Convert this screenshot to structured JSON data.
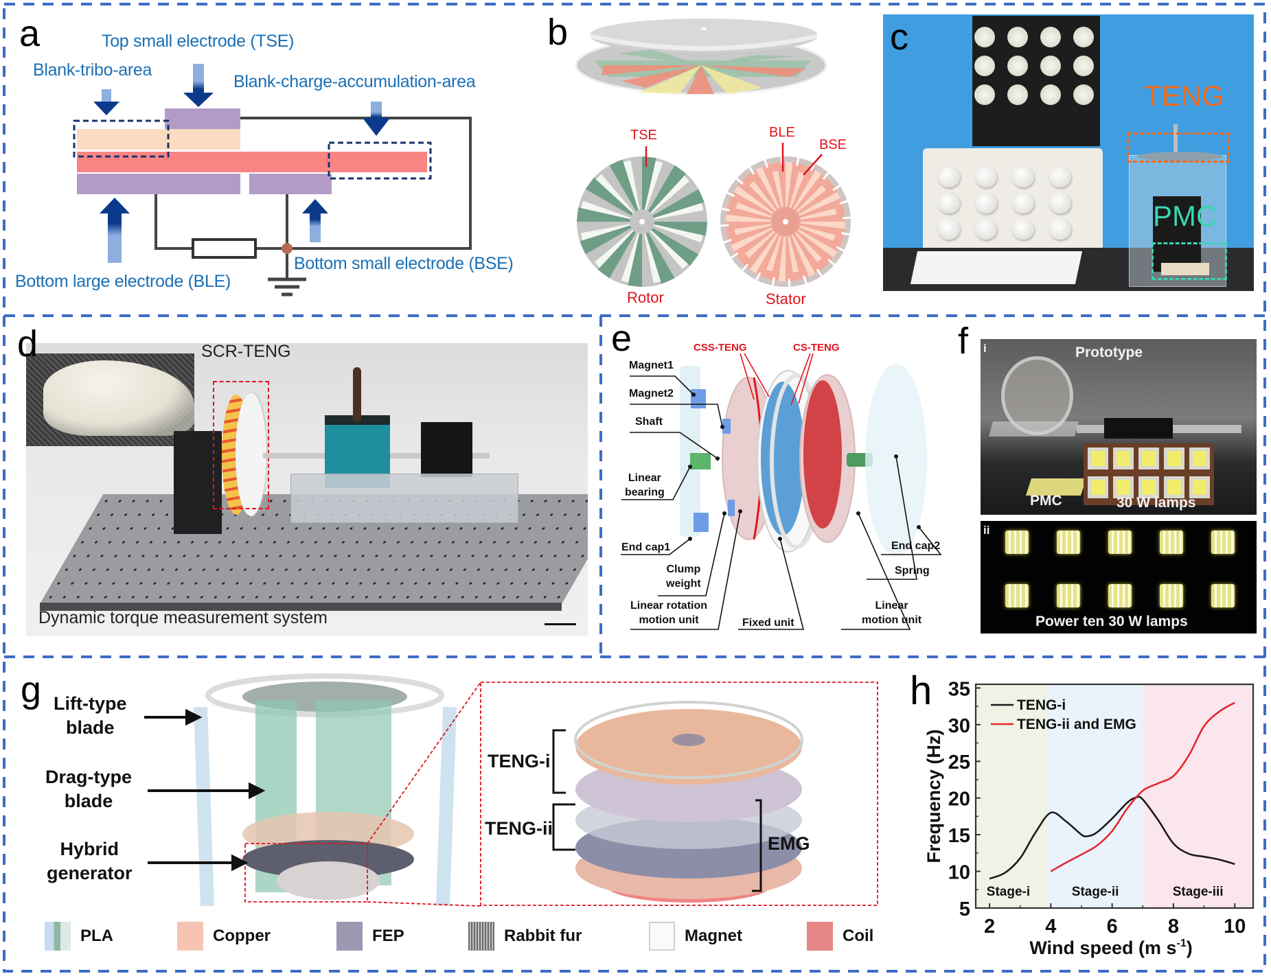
{
  "figure": {
    "border_color": "#3e6cc6",
    "panels": {
      "a": {
        "letter": "a",
        "labels": {
          "tse": "Top small electrode (TSE)",
          "blank_tribo": "Blank-tribo-area",
          "blank_charge": "Blank-charge-accumulation-area",
          "bse": "Bottom small electrode (BSE)",
          "ble": "Bottom large electrode (BLE)"
        },
        "colors": {
          "electrode": "#b39bc8",
          "tribo_layer": "#fbdcc0",
          "dielectric": "#f98484",
          "arrow_dark": "#0b3a8a",
          "arrow_light": "#8eaee0",
          "wire": "#444444",
          "node": "#b46b4f"
        }
      },
      "b": {
        "letter": "b",
        "labels": {
          "tse": "TSE",
          "ble": "BLE",
          "bse": "BSE",
          "rotor": "Rotor",
          "stator": "Stator"
        },
        "colors": {
          "rotor_green": "#6e9e86",
          "rotor_gray": "#c4c4c4",
          "stator_pink": "#f2a99a",
          "stator_light": "#fbd8c8",
          "yellow": "#f4ec9c",
          "orange": "#f28e78"
        }
      },
      "c": {
        "letter": "c",
        "labels": {
          "teng": "TENG",
          "pmc": "PMC"
        },
        "colors": {
          "background": "#3f9de0",
          "teng_box": "#f26a1b",
          "pmc_box": "#39d6b0"
        },
        "bulb_grid": {
          "rows": 3,
          "cols": 4
        }
      },
      "d": {
        "letter": "d",
        "labels": {
          "scr_teng": "SCR-TENG",
          "caption": "Dynamic torque measurement system"
        }
      },
      "e": {
        "letter": "e",
        "labels": {
          "css_teng": "CSS-TENG",
          "cs_teng": "CS-TENG",
          "magnet1": "Magnet1",
          "magnet2": "Magnet2",
          "shaft": "Shaft",
          "linear_bearing_1": "Linear",
          "linear_bearing_2": "bearing",
          "end_cap1": "End cap1",
          "clump_weight_1": "Clump",
          "clump_weight_2": "weight",
          "linear_rotation_1": "Linear rotation",
          "linear_rotation_2": "motion unit",
          "fixed_unit": "Fixed unit",
          "linear_motion_1": "Linear",
          "linear_motion_2": "motion unit",
          "end_cap2": "End cap2",
          "spring": "Spring"
        }
      },
      "f": {
        "letter": "f",
        "sub_i": {
          "marker": "i",
          "labels": {
            "prototype": "Prototype",
            "pmc": "PMC",
            "lamps": "30 W lamps"
          },
          "lamp_rows": 2,
          "lamp_cols": 5
        },
        "sub_ii": {
          "marker": "ii",
          "caption": "Power ten 30 W lamps",
          "lamp_rows": 2,
          "lamp_cols": 5
        }
      },
      "g": {
        "letter": "g",
        "labels": {
          "lift_1": "Lift-type",
          "lift_2": "blade",
          "drag_1": "Drag-type",
          "drag_2": "blade",
          "hybrid_1": "Hybrid",
          "hybrid_2": "generator",
          "teng_i": "TENG-i",
          "teng_ii": "TENG-ii",
          "emg": "EMG"
        },
        "legend": [
          {
            "label": "PLA",
            "color": "#b8d2e6"
          },
          {
            "label": "Copper",
            "color": "#f7c3b3"
          },
          {
            "label": "FEP",
            "color": "#9b98b2"
          },
          {
            "label": "Rabbit fur",
            "color": "#9e9e9e"
          },
          {
            "label": "Magnet",
            "color": "#f4f4f4"
          },
          {
            "label": "Coil",
            "color": "#e68585"
          }
        ]
      },
      "h": {
        "letter": "h"
      }
    }
  },
  "chart_data": {
    "type": "line",
    "title": "",
    "xlabel": "Wind speed (m s",
    "xlabel_sup": "-1",
    "xlabel_close": ")",
    "ylabel": "Frequency (Hz)",
    "xlim": [
      1.55,
      10.6
    ],
    "ylim": [
      5,
      35.5
    ],
    "xticks": [
      2,
      4,
      6,
      8,
      10
    ],
    "yticks": [
      5,
      10,
      15,
      20,
      25,
      30,
      35
    ],
    "grid": false,
    "legend_position": "top-left",
    "stages": [
      {
        "label": "Stage-i",
        "from": 1.55,
        "to": 3.9,
        "color": "#eef3e6"
      },
      {
        "label": "Stage-ii",
        "from": 3.9,
        "to": 7.0,
        "color": "#eaf3fb"
      },
      {
        "label": "Stage-iii",
        "from": 7.0,
        "to": 10.6,
        "color": "#fbe6ee"
      }
    ],
    "series": [
      {
        "name": "TENG-i",
        "color": "#1b1b1b",
        "x": [
          2.0,
          2.5,
          3.0,
          3.5,
          4.0,
          4.5,
          5.0,
          5.2,
          5.5,
          6.0,
          6.5,
          6.8,
          7.0,
          7.5,
          8.0,
          8.5,
          9.0,
          9.5,
          10.0
        ],
        "y": [
          9.0,
          9.8,
          11.8,
          15.3,
          18.0,
          16.8,
          15.0,
          14.8,
          15.3,
          17.2,
          19.4,
          20.1,
          19.8,
          17.0,
          13.8,
          12.4,
          12.0,
          11.6,
          11.0
        ]
      },
      {
        "name": "TENG-ii and EMG",
        "color": "#e3272d",
        "x": [
          4.0,
          4.5,
          5.0,
          5.5,
          6.0,
          6.5,
          7.0,
          7.5,
          8.0,
          8.5,
          9.0,
          9.5,
          10.0
        ],
        "y": [
          10.0,
          11.2,
          12.3,
          13.5,
          15.5,
          18.6,
          21.0,
          22.0,
          23.0,
          25.8,
          29.8,
          31.8,
          33.0
        ]
      }
    ]
  }
}
